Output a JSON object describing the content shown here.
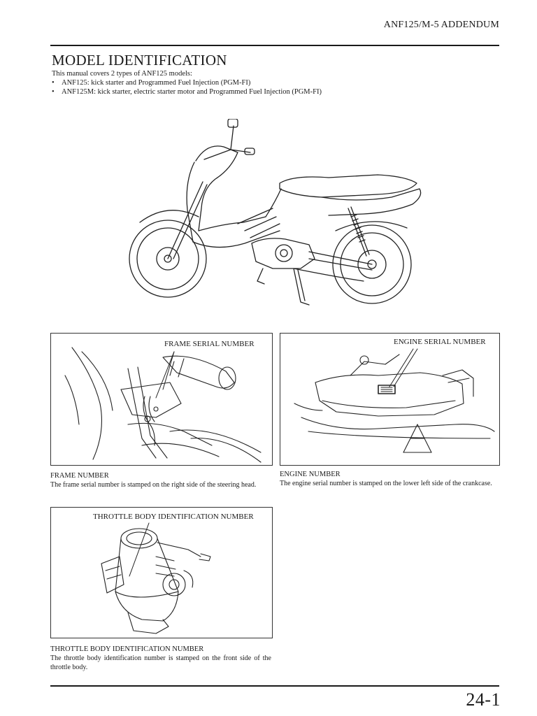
{
  "header": {
    "title": "ANF125/M-5 ADDENDUM"
  },
  "section": {
    "title": "MODEL IDENTIFICATION",
    "intro": "This manual covers 2 types of ANF125 models:",
    "bullets": [
      "ANF125: kick starter and Programmed Fuel Injection (PGM-FI)",
      "ANF125M: kick starter, electric starter motor and Programmed Fuel Injection (PGM-FI)"
    ]
  },
  "figures": {
    "frame": {
      "label": "FRAME SERIAL NUMBER",
      "caption_title": "FRAME NUMBER",
      "caption_text": "The frame serial number is stamped on the right side of the steering head."
    },
    "engine": {
      "label": "ENGINE SERIAL NUMBER",
      "caption_title": "ENGINE NUMBER",
      "caption_text": "The engine serial number is stamped on the lower left side of the crankcase."
    },
    "throttle": {
      "label": "THROTTLE BODY IDENTIFICATION NUMBER",
      "caption_title": "THROTTLE BODY IDENTIFICATION NUMBER",
      "caption_text": "The throttle body identification number is stamped on the front side of the throttle body."
    }
  },
  "footer": {
    "page_number": "24-1"
  }
}
